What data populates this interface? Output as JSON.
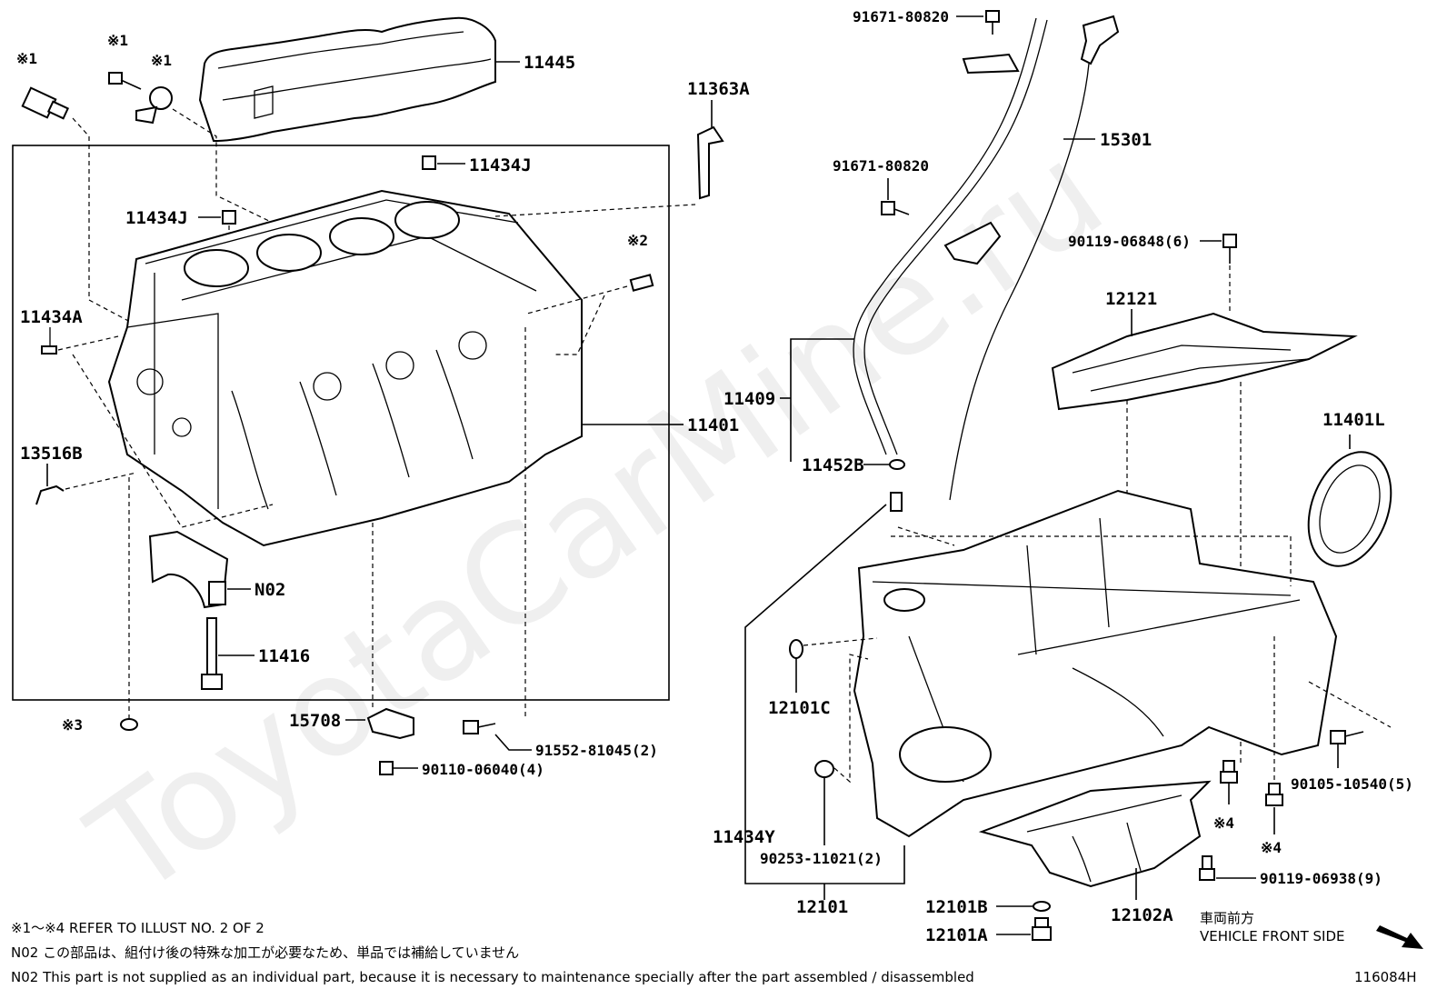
{
  "watermark": "ToyotaCarMine.ru",
  "diagram_id": "116084H",
  "labels": {
    "p11445": "11445",
    "p11363A": "11363A",
    "p91671_a": "91671-80820",
    "p91671_b": "91671-80820",
    "p15301": "15301",
    "p11434J_a": "11434J",
    "p11434J_b": "11434J",
    "p90119_06848": "90119-06848(6)",
    "p11434A": "11434A",
    "p12121": "12121",
    "p11409": "11409",
    "p11401": "11401",
    "p11401L": "11401L",
    "p13516B": "13516B",
    "p11452B": "11452B",
    "pN02": "N02",
    "p11416": "11416",
    "p12101C": "12101C",
    "p15708": "15708",
    "p91552": "91552-81045(2)",
    "p90110": "90110-06040(4)",
    "p90105": "90105-10540(5)",
    "p11434Y": "11434Y",
    "p90253": "90253-11021(2)",
    "p12101": "12101",
    "p12101B": "12101B",
    "p12101A": "12101A",
    "p12102A": "12102A",
    "p90119_06938": "90119-06938(9)",
    "ref1a": "※1",
    "ref1b": "※1",
    "ref1c": "※1",
    "ref2": "※2",
    "ref3": "※3",
    "ref4a": "※4",
    "ref4b": "※4"
  },
  "front_side_jp": "車両前方",
  "front_side_en": "VEHICLE FRONT SIDE",
  "notes": {
    "line1": "※1～※4  REFER TO ILLUST NO. 2 OF 2",
    "line2": "N02  この部品は、組付け後の特殊な加工が必要なため、単品では補給していません",
    "line3": "N02  This part is not supplied as an individual part, because it is necessary to maintenance specially after the part assembled / disassembled"
  }
}
